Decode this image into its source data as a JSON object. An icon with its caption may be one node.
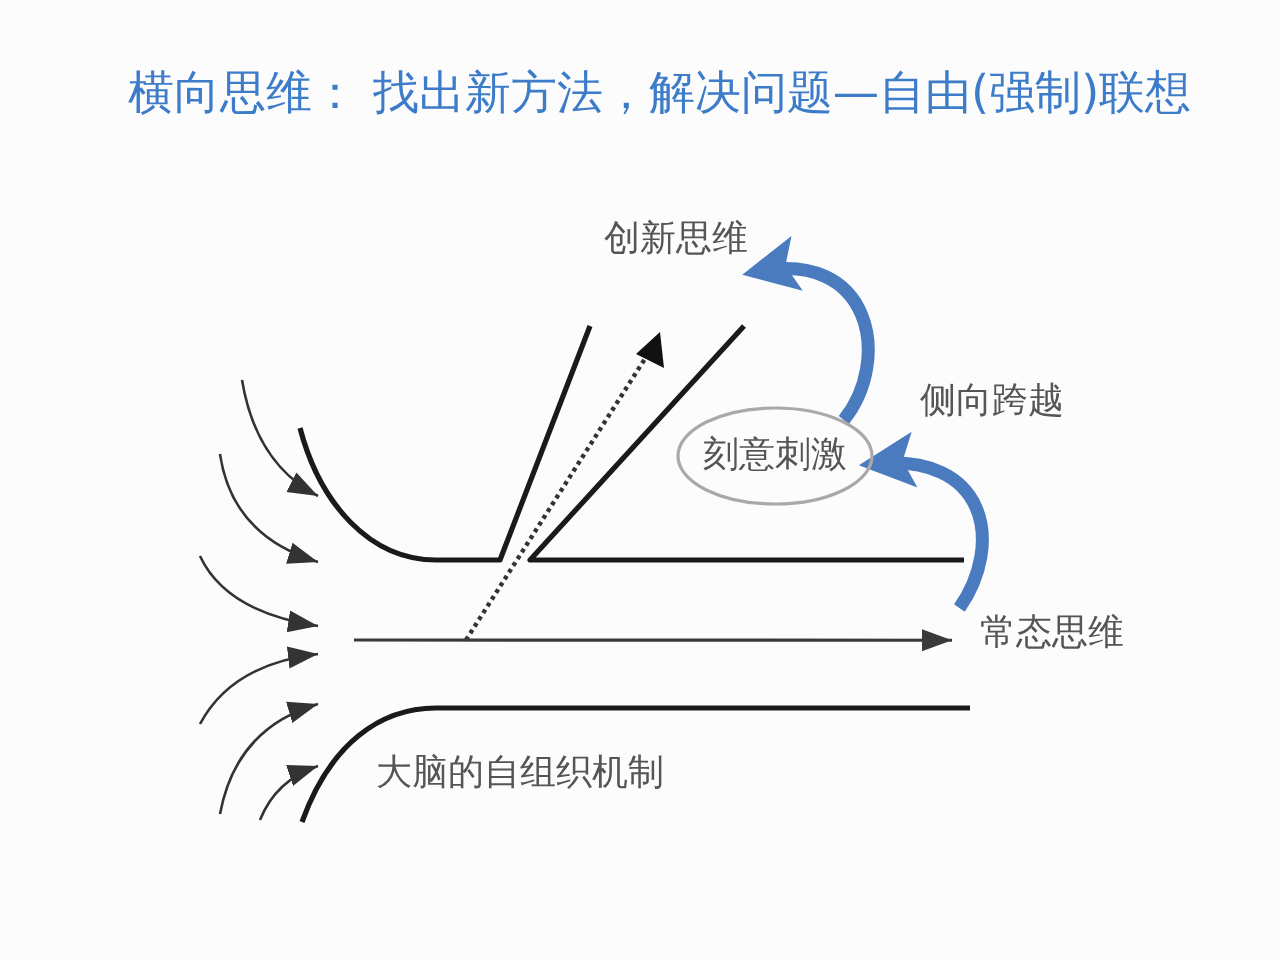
{
  "diagram": {
    "title": "横向思维： 找出新方法，解决问题—自由(强制)联想",
    "nodes": [
      {
        "text": [
          "创新思维"
        ]
      },
      {
        "text": [
          "刻意刺激"
        ]
      },
      {
        "text": [
          "常态思维"
        ]
      }
    ],
    "edges": [
      {
        "from": 1,
        "to": 0,
        "arrow": "to",
        "color": "#4a7bbf"
      },
      {
        "from": 2,
        "to": 1,
        "arrow": "to",
        "color": "#4a7bbf"
      },
      {
        "from": null,
        "to": 2,
        "arrow": "to",
        "color": "#3a3a3a"
      }
    ],
    "labels": [
      "侧向跨越",
      "大脑的自组织机制"
    ]
  }
}
